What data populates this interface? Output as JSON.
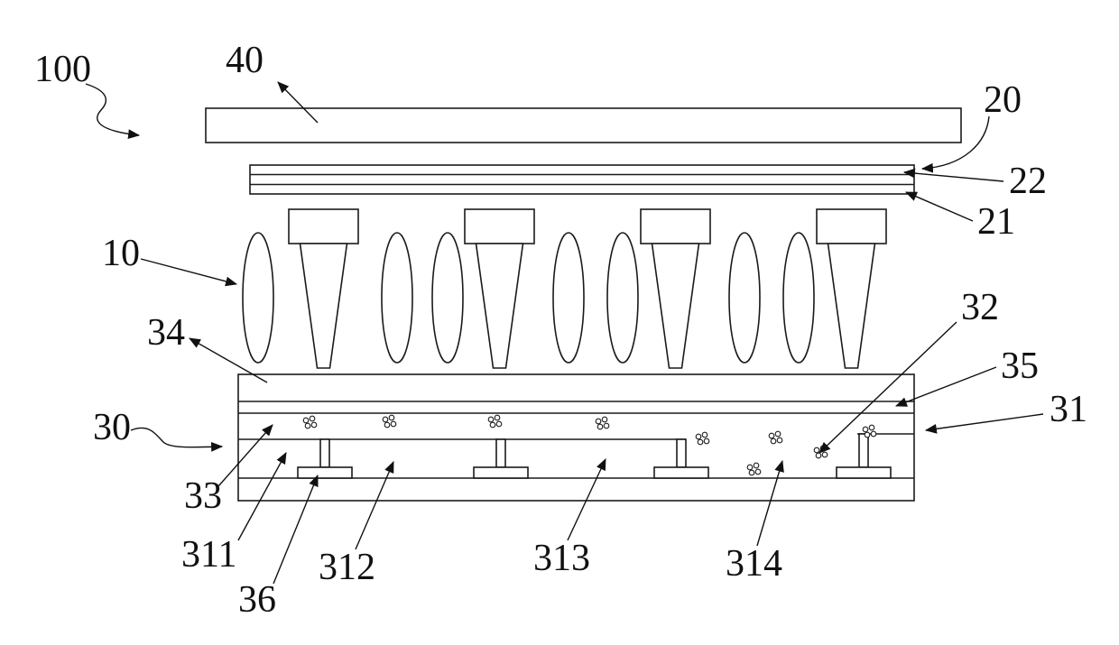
{
  "diagram": {
    "colors": {
      "ink": "#1a1a1a",
      "background": "#ffffff"
    },
    "labels": {
      "n100": "100",
      "n40": "40",
      "n20": "20",
      "n22": "22",
      "n21": "21",
      "n10": "10",
      "n34": "34",
      "n32": "32",
      "n35": "35",
      "n31": "31",
      "n30": "30",
      "n33": "33",
      "n311": "311",
      "n36": "36",
      "n312": "312",
      "n313": "313",
      "n314": "314"
    }
  }
}
